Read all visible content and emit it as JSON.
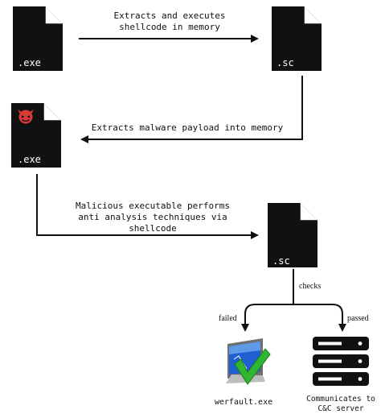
{
  "diagram": {
    "files": {
      "exe_top": {
        "label": ".exe"
      },
      "sc_top": {
        "label": ".sc"
      },
      "exe_malicious": {
        "label": ".exe"
      },
      "sc_bottom": {
        "label": ".sc"
      }
    },
    "edges": {
      "step1": {
        "line1": "Extracts and executes",
        "line2": "shellcode in memory"
      },
      "step2": {
        "line1": "Extracts malware payload into memory"
      },
      "step3": {
        "line1": "Malicious executable performs",
        "line2": "anti analysis techniques via",
        "line3": "shellcode"
      },
      "checks": {
        "label": "checks"
      },
      "failed": {
        "label": "failed"
      },
      "passed": {
        "label": "passed"
      }
    },
    "outcomes": {
      "werfault": {
        "label": "werfault.exe"
      },
      "server": {
        "line1": "Communicates to",
        "line2": "C&C server"
      }
    },
    "colors": {
      "file_fill": "#111111",
      "arrow": "#111111",
      "devil": "#d93a3a",
      "check_green": "#2fb52f",
      "monitor_blue": "#1f5fcf"
    },
    "icons": {
      "devil": "devil-face-icon",
      "werfault": "window-check-icon",
      "server": "server-rack-icon"
    }
  }
}
